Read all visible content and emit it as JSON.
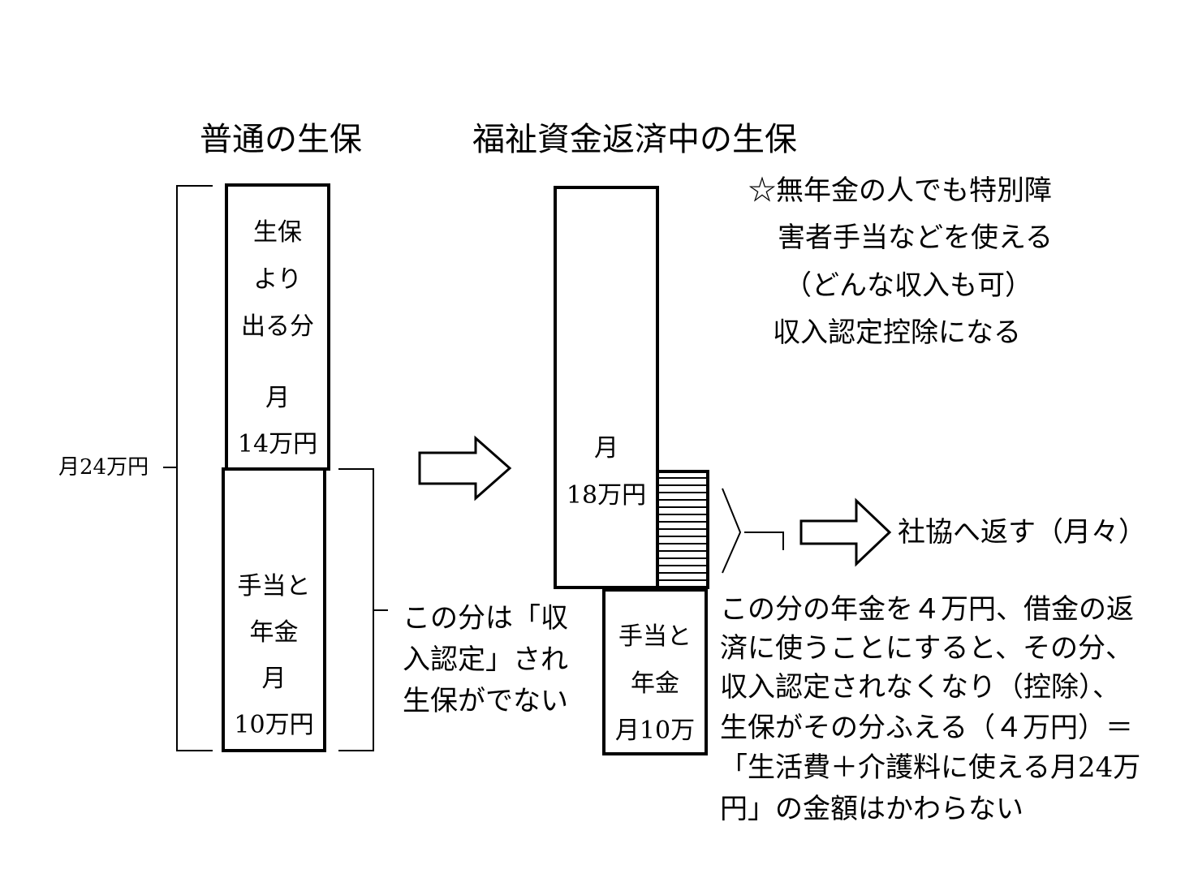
{
  "left": {
    "title": "普通の生保",
    "upper_box": [
      "生保",
      "より",
      "出る分",
      "月",
      "14万円"
    ],
    "lower_box": [
      "手当と",
      "年金",
      "月",
      "10万円"
    ],
    "total_label": "月24万円",
    "side_note": [
      "この分は「収",
      "入認定」され",
      "生保がでない"
    ]
  },
  "right": {
    "title": "福祉資金返済中の生保",
    "upper_box": [
      "月",
      "18万円"
    ],
    "lower_box": [
      "手当と",
      "年金",
      "月10万"
    ],
    "top_note": [
      "☆無年金の人でも特別障",
      "害者手当などを使える",
      "（どんな収入も可）",
      "収入認定控除になる"
    ],
    "return_label": "社協へ返す（月々）",
    "bottom_note": [
      "この分の年金を４万円、借金の返",
      "済に使うことにすると、その分、",
      "収入認定されなくなり（控除）、",
      "生保がその分ふえる（４万円）＝",
      "「生活費＋介護料に使える月24万",
      "円」の金額はかわらない"
    ]
  }
}
